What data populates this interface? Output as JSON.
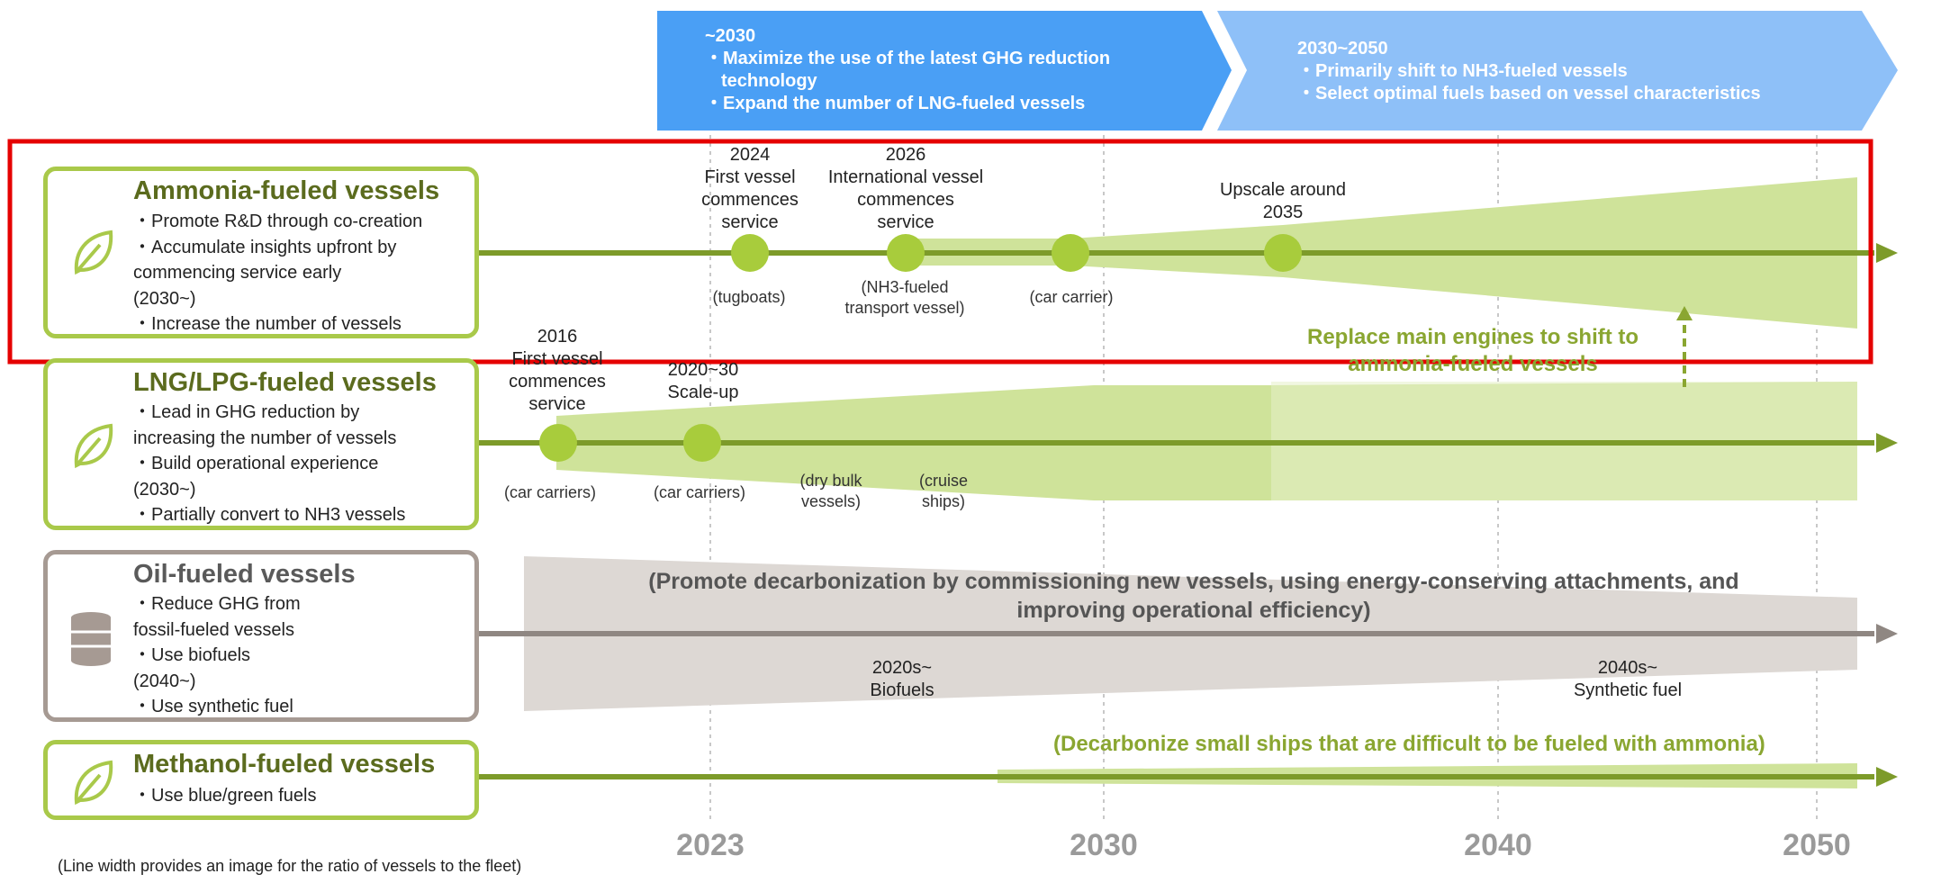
{
  "banners": {
    "left": {
      "heading": "~2030",
      "lines": [
        "・Maximize the use of the latest GHG reduction",
        "  technology",
        "・Expand the number of LNG-fueled vessels"
      ]
    },
    "right": {
      "heading": "2030~2050",
      "lines": [
        "・Primarily shift to NH3-fueled vessels",
        "・Select optimal fuels based on vessel characteristics"
      ]
    }
  },
  "rows": {
    "ammonia": {
      "title": "Ammonia-fueled vessels",
      "lines": [
        "・Promote R&D through co-creation",
        "・Accumulate insights upfront by",
        "commencing service early",
        " (2030~)",
        "・Increase the number of vessels"
      ],
      "icon": "leaf-icon"
    },
    "lng": {
      "title": "LNG/LPG-fueled vessels",
      "lines": [
        "・Lead in GHG reduction by",
        " increasing the number of vessels",
        "・Build operational experience",
        " (2030~)",
        "・Partially convert to NH3 vessels"
      ],
      "icon": "leaf-icon"
    },
    "oil": {
      "title": "Oil-fueled vessels",
      "lines": [
        "・Reduce GHG from",
        "fossil-fueled vessels",
        "・Use biofuels",
        " (2040~)",
        "・Use synthetic fuel"
      ],
      "icon": "oil-barrel-icon"
    },
    "methanol": {
      "title": "Methanol-fueled vessels",
      "lines": [
        "・Use blue/green fuels"
      ],
      "icon": "leaf-icon"
    }
  },
  "milestones": {
    "a2024": {
      "lines": [
        "2024",
        "First vessel",
        "commences",
        "service"
      ],
      "sub": "(tugboats)"
    },
    "a2026": {
      "lines": [
        "2026",
        "International vessel",
        "commences",
        "service"
      ],
      "sub": [
        "(NH3-fueled",
        "transport vessel)"
      ]
    },
    "a_car": {
      "sub": "(car carrier)"
    },
    "a2035": {
      "lines": [
        "Upscale around",
        "2035"
      ]
    },
    "l2016": {
      "lines": [
        "2016",
        "First vessel",
        "commences",
        "service"
      ],
      "sub": "(car carriers)"
    },
    "l2020": {
      "lines": [
        "2020~30",
        "Scale-up"
      ],
      "sub": "(car carriers)"
    },
    "l_bulk": {
      "sub": [
        "(dry bulk",
        "vessels)"
      ]
    },
    "l_cruise": {
      "sub": [
        "(cruise",
        "ships)"
      ]
    }
  },
  "annotations": {
    "replace_engines": [
      "Replace main engines to shift to",
      "ammonia-fueled vessels"
    ],
    "oil_main": [
      "(Promote decarbonization by commissioning new vessels, using energy-conserving attachments, and",
      "improving operational efficiency)"
    ],
    "biofuels": [
      "2020s~",
      "Biofuels"
    ],
    "synthetic": [
      "2040s~",
      "Synthetic fuel"
    ],
    "methanol_note": "(Decarbonize small ships that are difficult to be fueled with ammonia)"
  },
  "axis": {
    "years": [
      "2023",
      "2030",
      "2040",
      "2050"
    ]
  },
  "footnote": "(Line width provides an image for the ratio of vessels to the fleet)",
  "colors": {
    "banner_dark": "#4a9ff5",
    "banner_light": "#8ec0f8",
    "green_band": "#cfe39a",
    "green_line": "#7d9b2a",
    "green_dot": "#a8cc3c",
    "gray_band": "#ddd8d4",
    "gray_line": "#8f8782",
    "highlight": "#e50000"
  }
}
